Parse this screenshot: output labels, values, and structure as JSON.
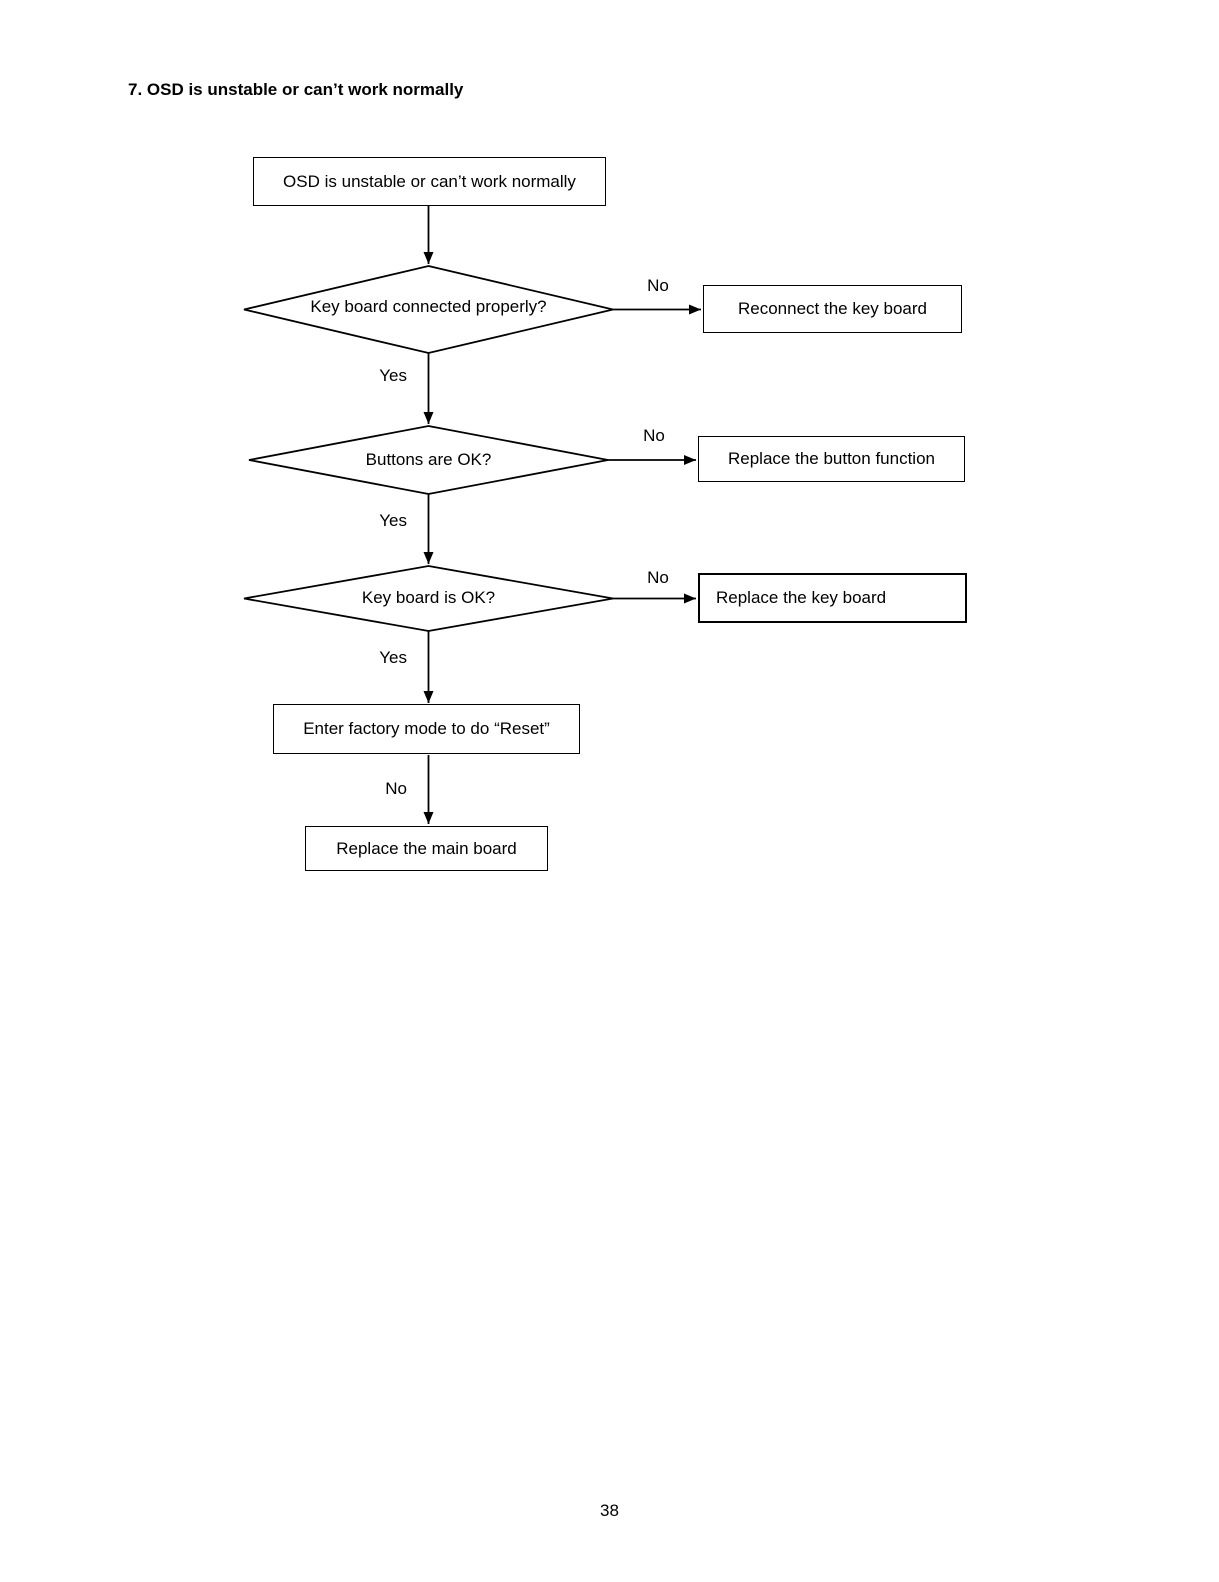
{
  "page": {
    "title": "7. OSD is unstable or can’t work normally",
    "page_number": "38"
  },
  "flowchart": {
    "start": {
      "label": "OSD is unstable or can’t work normally"
    },
    "decisions": [
      {
        "question": "Key board connected properly?",
        "yes_label": "Yes",
        "no_label": "No",
        "no_action": "Reconnect the key board"
      },
      {
        "question": "Buttons are OK?",
        "yes_label": "Yes",
        "no_label": "No",
        "no_action": "Replace the button function"
      },
      {
        "question": "Key board is OK?",
        "yes_label": "Yes",
        "no_label": "No",
        "no_action": "Replace the key board"
      }
    ],
    "reset_step": {
      "label": "Enter factory mode to do “Reset”",
      "no_label": "No"
    },
    "final_step": {
      "label": "Replace the main board"
    }
  },
  "colors": {
    "line": "#000000",
    "background": "#ffffff"
  }
}
